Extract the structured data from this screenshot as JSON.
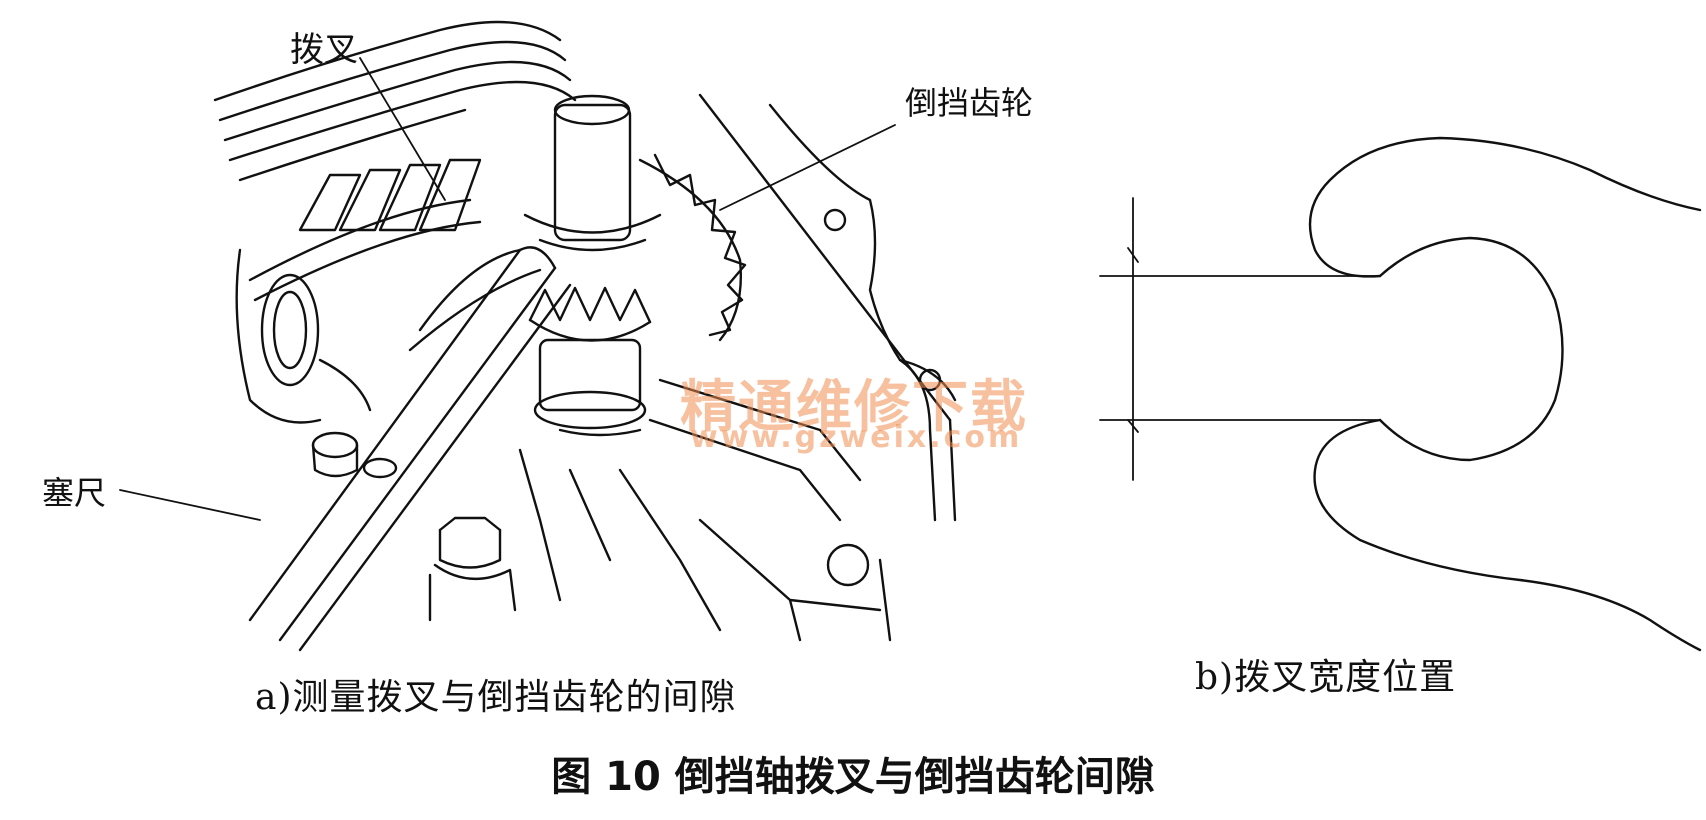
{
  "figure": {
    "title": "图 10    倒挡轴拨叉与倒挡齿轮间隙",
    "caption_a": "a)测量拨叉与倒挡齿轮的间隙",
    "caption_b": "b)拨叉宽度位置"
  },
  "labels": {
    "fork": "拨叉",
    "reverse_gear": "倒挡齿轮",
    "feeler_gauge": "塞尺"
  },
  "watermark": {
    "text": "精通维修下载",
    "url": "www.gzweix.com",
    "color": "#f08c50"
  }
}
